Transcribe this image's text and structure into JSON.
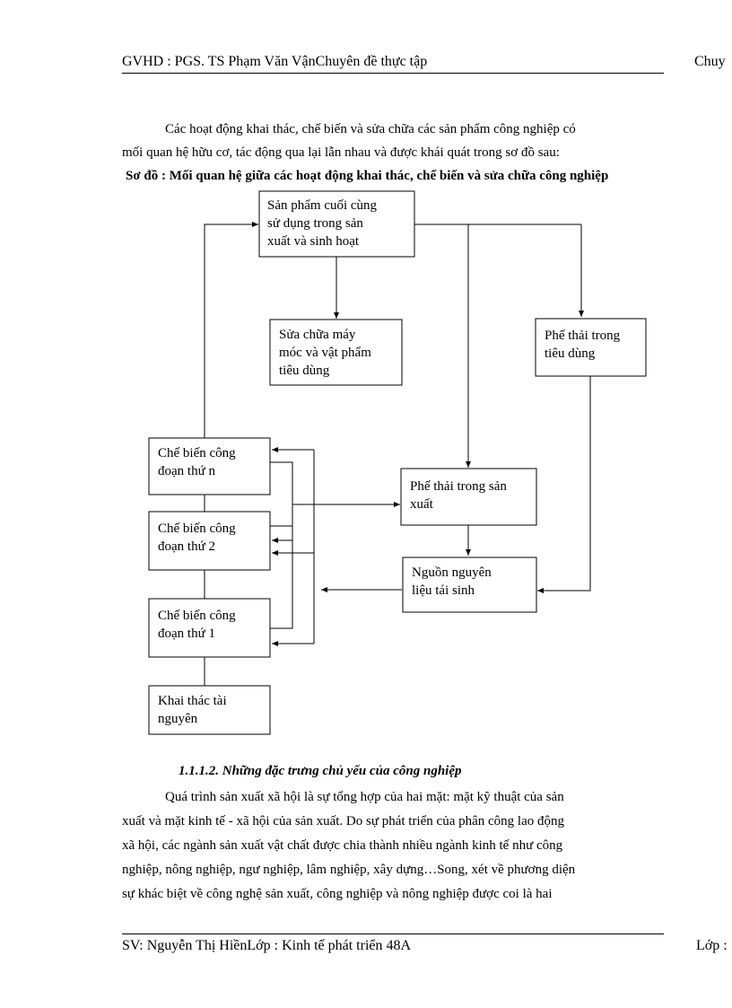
{
  "header": {
    "left": "GVHD : PGS. TS Phạm Văn VậnChuyên đề thực tập",
    "right": "Chuy"
  },
  "intro": {
    "line1": "Các hoạt động khai thác, chế biến và sửa chữa các sản phẩm công nghiệp có",
    "line2": "mối quan hệ hữu cơ, tác động qua lại lẫn nhau và được khái quát trong sơ đồ sau:"
  },
  "diagram_caption": "Sơ đồ : Mối quan hệ giữa các hoạt động khai thác, chế biến và sửa chữa công nghiệp",
  "diagram": {
    "final_product": [
      "Sản phẩm cuối cùng",
      "sử dụng trong sản",
      "xuất và sinh hoạt"
    ],
    "repair": [
      "Sửa chữa máy",
      "móc và vật phẩm",
      "tiêu dùng"
    ],
    "consumer_waste": [
      "Phế thải trong",
      "tiêu dùng"
    ],
    "stage_n": [
      "Chế biến công",
      "đoạn thứ n"
    ],
    "production_waste": [
      "Phế thải trong sản",
      "xuất"
    ],
    "stage_2": [
      "Chế biến công",
      "đoạn thứ 2"
    ],
    "recycled_material": [
      "Nguồn nguyên",
      "liệu tái sinh"
    ],
    "stage_1": [
      "Chế biến công",
      "đoạn thứ 1"
    ],
    "extraction": [
      "Khai thác tài",
      "nguyên"
    ]
  },
  "section_heading": "1.1.1.2. Những đặc trưng chủ yếu của công nghiệp",
  "body": {
    "line1": "Quá trình sản xuất xã hội là sự tổng hợp của hai mặt: mặt kỹ thuật của sản",
    "line2": "xuất và mặt kinh tế - xã hội của sản xuất. Do sự phát triển của phân công lao động",
    "line3": "xã hội, các ngành sản xuất vật chất được chia thành nhiều ngành kinh tế như công",
    "line4": "nghiệp, nông nghiệp, ngư nghiệp, lâm nghiệp, xây dựng…Song, xét về phương diện",
    "line5": "sự khác biệt về công nghệ sản xuất, công nghiệp và nông nghiệp được coi là hai"
  },
  "footer": {
    "left": "SV: Nguyễn Thị HiềnLớp : Kinh tế phát triển 48A",
    "right": "Lớp :"
  }
}
